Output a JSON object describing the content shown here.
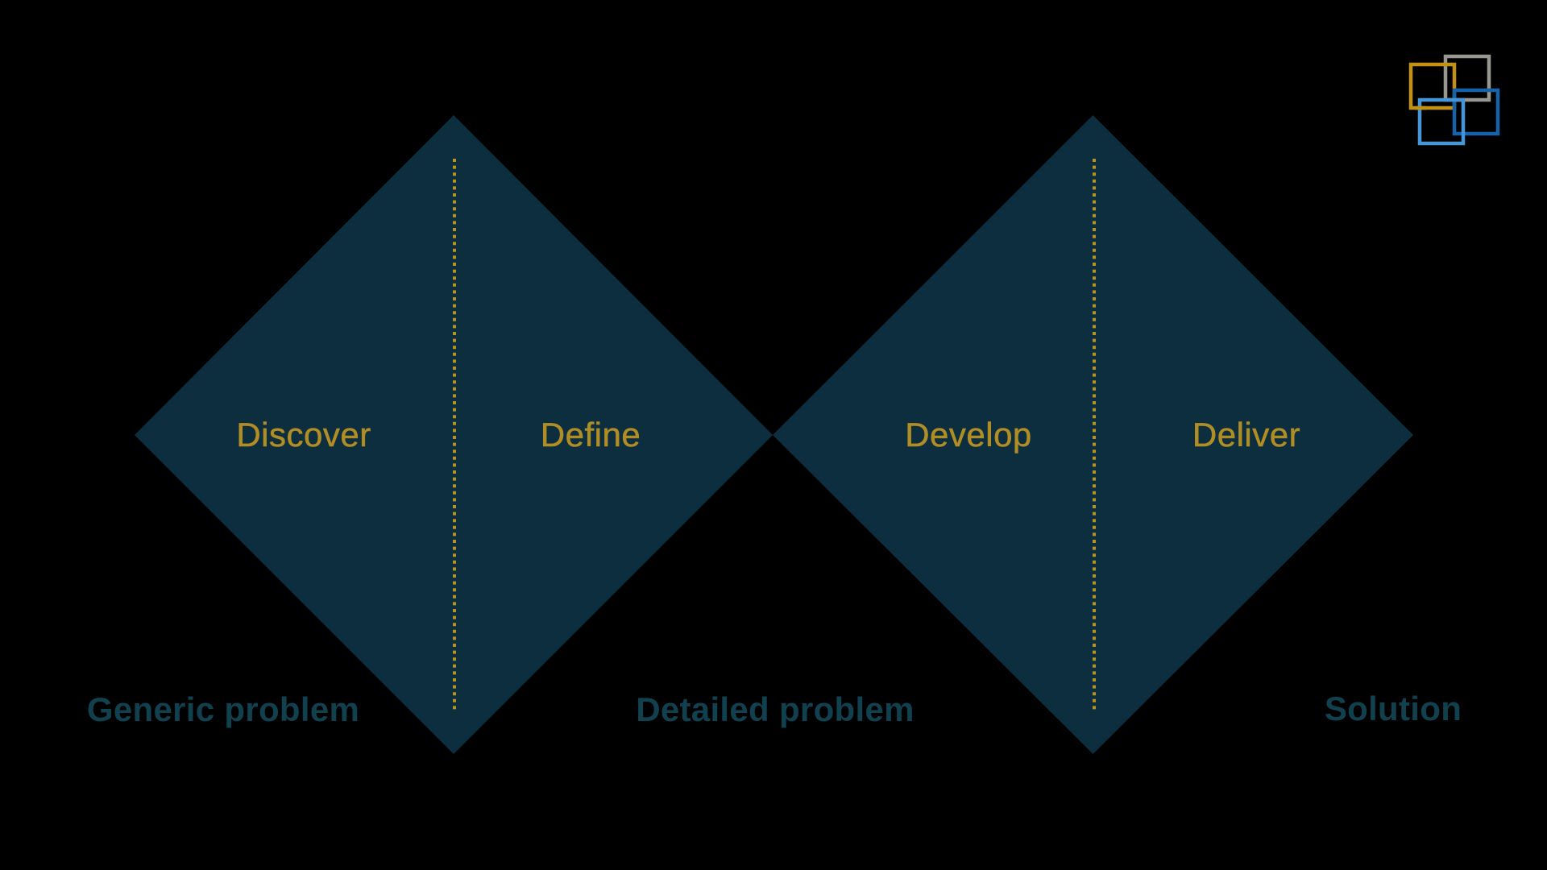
{
  "colors": {
    "background": "#000000",
    "diamond_fill": "#0d2e3e",
    "divider_gold": "#b7941f",
    "phase_label_gold": "#b18e25",
    "stage_label_teal": "#11404f",
    "logo_gold": "#c29210",
    "logo_gray": "#98978f",
    "logo_dark_blue": "#1563aa",
    "logo_light_blue": "#4595d8"
  },
  "diagram": {
    "type": "double-diamond-process",
    "phases": [
      {
        "label": "Discover"
      },
      {
        "label": "Define"
      },
      {
        "label": "Develop"
      },
      {
        "label": "Deliver"
      }
    ],
    "stages": [
      {
        "label": "Generic problem"
      },
      {
        "label": "Detailed problem"
      },
      {
        "label": "Solution"
      }
    ]
  }
}
